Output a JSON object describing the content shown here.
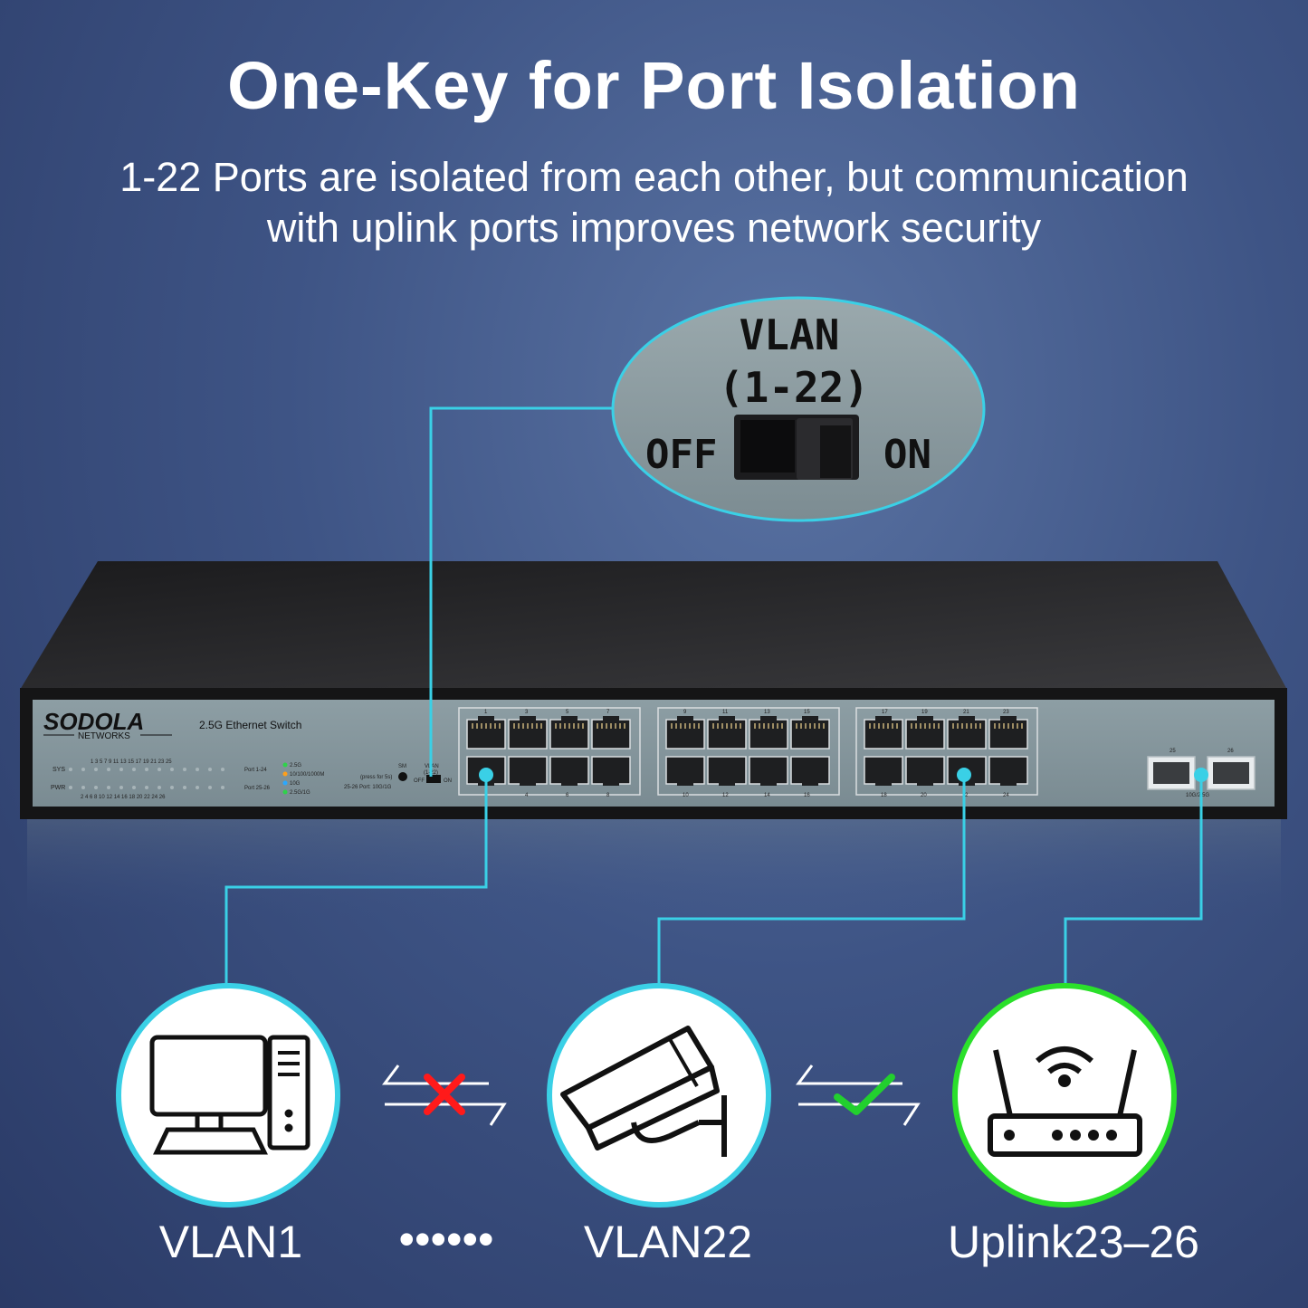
{
  "header": {
    "title": "One-Key for Port Isolation",
    "subtitle_line1": "1-22 Ports are isolated from each other, but communication",
    "subtitle_line2": "with uplink ports improves network security"
  },
  "vlan_callout": {
    "label": "VLAN",
    "range": "(1-22)",
    "off": "OFF",
    "on": "ON"
  },
  "switch": {
    "brand": "SODOLA",
    "brand_sub": "NETWORKS",
    "model": "2.5G Ethernet Switch",
    "sys": "SYS",
    "pwr": "PWR",
    "led_top_numbers": "1  3  5  7  9  11  13  15  17  19  21  23  25",
    "led_bottom_numbers": "2  4  6  8  10  12  14  16  18  20  22  24  26",
    "legend_port_1_24": "Port 1-24",
    "legend_port_25_26": "Port 25-26",
    "legend_a": "2.5G",
    "legend_b": "10/100/1000M",
    "legend_c": "10G",
    "legend_d": "2.5G/1G",
    "sm": "SM",
    "press": "(press for 5s)",
    "port_mode": "25-26 Port: 10G/1G",
    "switch_vlan": "VLAN",
    "switch_range": "(1-22)",
    "switch_off": "OFF",
    "switch_on": "ON",
    "g1_top": [
      "1",
      "3",
      "5",
      "7"
    ],
    "g1_bottom": [
      "4",
      "6",
      "8"
    ],
    "g2_top": [
      "9",
      "11",
      "13",
      "15"
    ],
    "g2_bottom": [
      "10",
      "12",
      "14",
      "16"
    ],
    "g3_top": [
      "17",
      "19",
      "21",
      "23"
    ],
    "g3_bottom": [
      "18",
      "20",
      "2",
      "24"
    ],
    "sfp_25": "25",
    "sfp_26": "26",
    "sfp_speed": "10G/2.5G"
  },
  "devices": [
    {
      "label": "VLAN1",
      "icon": "computer-icon"
    },
    {
      "label": "VLAN22",
      "icon": "security-camera-icon"
    },
    {
      "label": "Uplink23–26",
      "icon": "router-icon"
    }
  ],
  "separator_dots": "••••••",
  "colors": {
    "connector": "#3ad0e6",
    "blocked": "#ff1a1a",
    "allowed": "#22d02e",
    "uplink_ring": "#2be02b"
  }
}
